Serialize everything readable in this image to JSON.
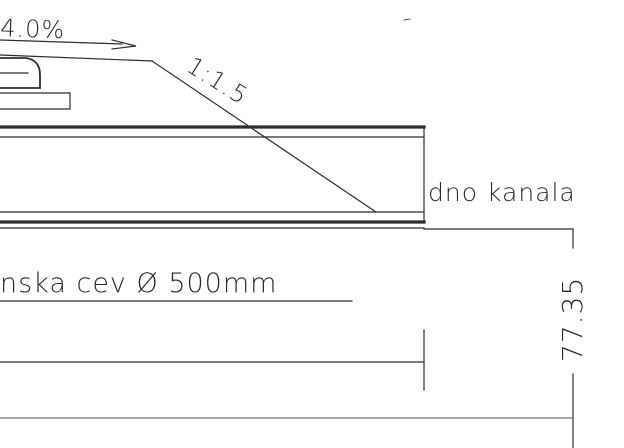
{
  "annotations": {
    "slope_percent": "4.0%",
    "slope_ratio": "1:1.5",
    "canal_bottom": "dno kanala",
    "pipe_label": "nska cev Ø 500mm",
    "elevation": "77.35"
  },
  "colors": {
    "line": "#2e2e2e",
    "background": "#ffffff"
  }
}
